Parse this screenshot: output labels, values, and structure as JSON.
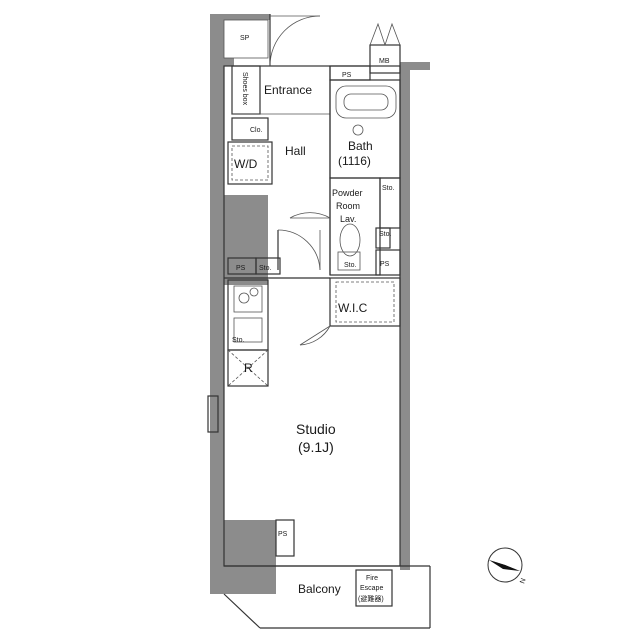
{
  "rooms": {
    "sp": "SP",
    "mb": "MB",
    "ps_top": "PS",
    "entrance": "Entrance",
    "shoes_box": "Shoes box",
    "clo": "Clo.",
    "hall": "Hall",
    "wd": "W/D",
    "bath": "Bath",
    "bath_size": "(1116)",
    "powder_1": "Powder",
    "powder_2": "Room",
    "powder_3": "Lav.",
    "sto_powder": "Sto.",
    "sto_small": "Sto.",
    "sto_toilet": "Sto.",
    "ps_right": "PS",
    "ps_kitchen": "PS",
    "sto_kitchen": "Sto.",
    "wic": "W.I.C",
    "sto_sink": "Sto.",
    "r": "R",
    "studio": "Studio",
    "studio_size": "(9.1J)",
    "ps_bottom": "PS",
    "balcony": "Balcony",
    "fire_1": "Fire",
    "fire_2": "Escape",
    "fire_3": "(避難器)"
  },
  "compass": {
    "north_label": "N"
  }
}
